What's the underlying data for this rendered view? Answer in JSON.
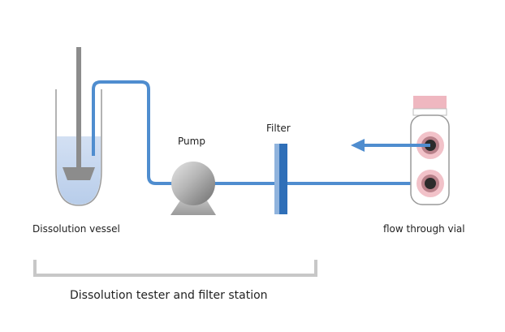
{
  "labels": {
    "dissolution_vessel": "Dissolution vessel",
    "pump": "Pump",
    "filter": "Filter",
    "flow_through_vial": "flow through vial",
    "station_caption": "Dissolution tester and filter station"
  },
  "colors": {
    "tube": "#4f8dcf",
    "tube_dark": "#2e6fb5",
    "liquid": "#c4d5ee",
    "vessel_outline": "#9a9a9a",
    "paddle": "#8c8c8c",
    "pump_body": "#9b9b9b",
    "pump_base": "#a8a8a8",
    "filter_light": "#8fb3dd",
    "filter_dark": "#2f6fb8",
    "vial_cap": "#efb7c0",
    "vial_port_ring": "#f2c2c9",
    "vial_port_center": "#2b2b2b",
    "bracket": "#c7c7c7",
    "text": "#222222"
  },
  "icons": {
    "pump": "peristaltic-pump-icon",
    "filter": "filter-membrane-icon",
    "vial": "flow-through-vial-icon",
    "vessel": "dissolution-vessel-icon"
  }
}
